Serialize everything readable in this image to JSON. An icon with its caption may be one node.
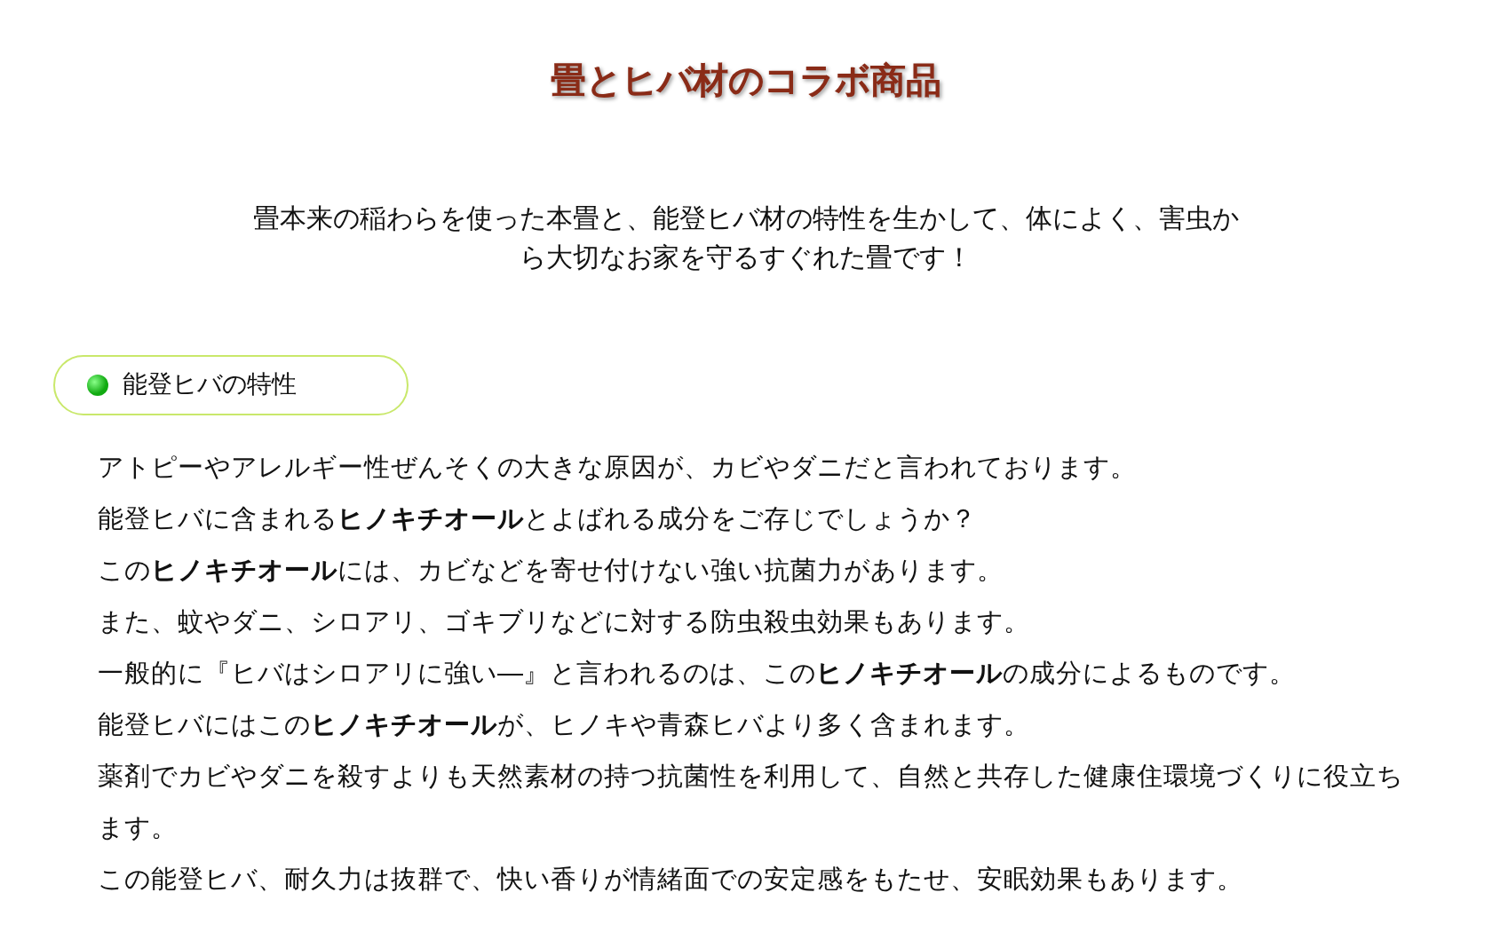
{
  "diagram": {
    "title": "畳とヒバ材のコラボ商品",
    "nodes": [
      {
        "text": [
          "能登ヒバの特性"
        ]
      }
    ],
    "labels": [
      "畳本来の稲わらを使った本畳と、能登ヒバ材の特性を生かして、体によく、害虫から大切なお家を守るすぐれた畳です！",
      "アトピーやアレルギー性ぜんそくの大きな原因が、カビやダニだと言われております。",
      "能登ヒバに含まれる**ヒノキチオール**とよばれる成分をご存じでしょうか？",
      "この**ヒノキチオール**には、カビなどを寄せ付けない強い抗菌力があります。",
      "また、蚊やダニ、シロアリ、ゴキブリなどに対する防虫殺虫効果もあります。",
      "一般的に『ヒバはシロアリに強い―』と言われるのは、この**ヒノキチオール**の成分によるものです。",
      "能登ヒバにはこの**ヒノキチオール**が、ヒノキや青森ヒバより多く含まれます。",
      "薬剤でカビやダニを殺すよりも天然素材の持つ抗菌性を利用して、自然と共存した健康住環境づくりに役立ちます。",
      "この能登ヒバ、耐久力は抜群で、快い香りが情緒面での安定感をもたせ、安眠効果もあります。"
    ]
  }
}
